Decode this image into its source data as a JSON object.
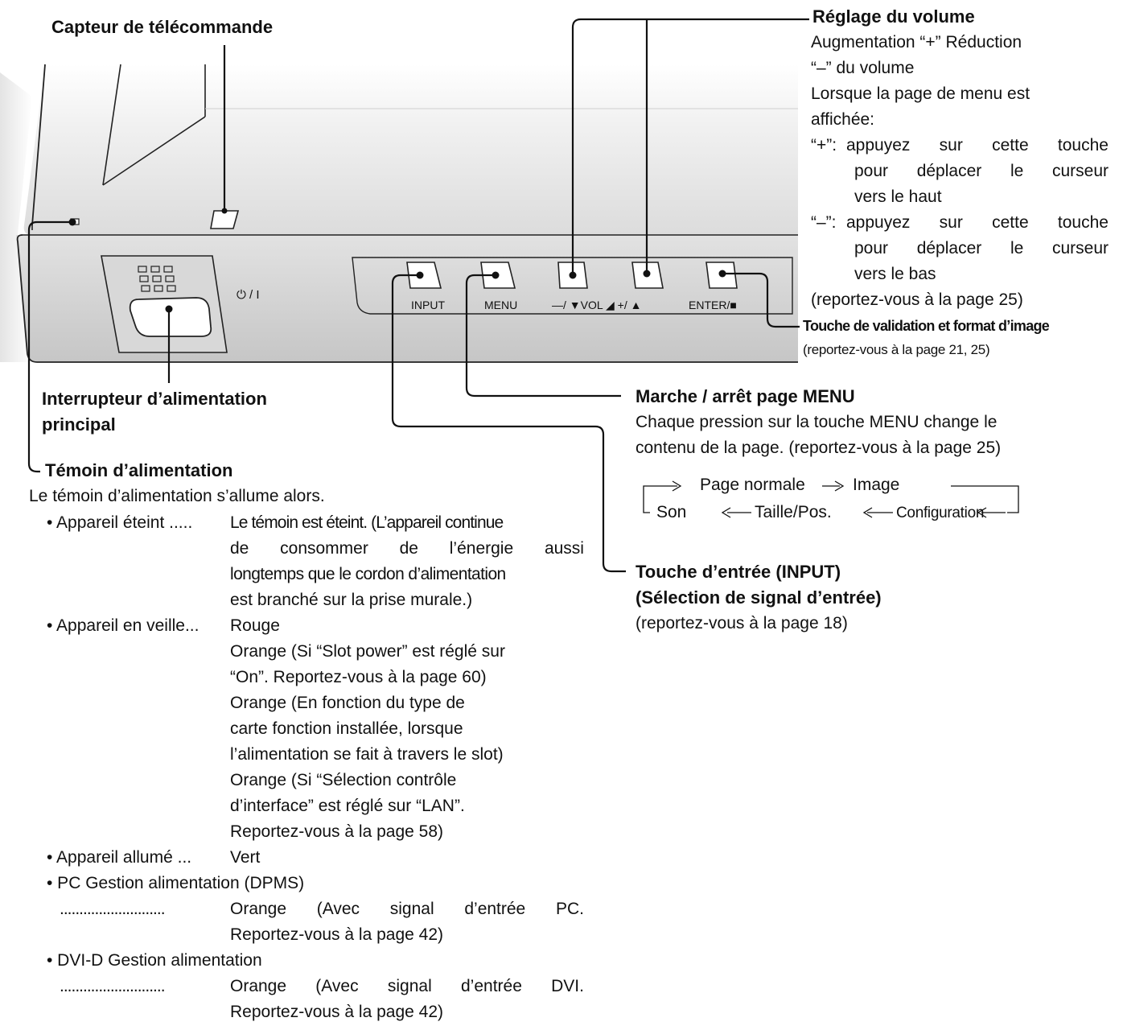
{
  "callouts": {
    "remote_sensor": {
      "title": "Capteur de télécommande"
    },
    "volume": {
      "title": "Réglage du volume",
      "line1": "Augmentation “+” Réduction",
      "line2": "“–” du volume",
      "line3": "Lorsque la page de menu est",
      "line4": "affichée:",
      "plus_prefix": "“+”:",
      "plus_words1": [
        "appuyez",
        "sur",
        "cette",
        "touche"
      ],
      "plus_words2": [
        "pour",
        "déplacer",
        "le",
        "curseur"
      ],
      "plus_line3": "vers le haut",
      "minus_prefix": "“–”:",
      "minus_words1": [
        "appuyez",
        "sur",
        "cette",
        "touche"
      ],
      "minus_words2": [
        "pour",
        "déplacer",
        "le",
        "curseur"
      ],
      "minus_line3": "vers le bas",
      "ref": "(reportez-vous à la page 25)"
    },
    "enter": {
      "title": "Touche de validation et format d’image",
      "ref": "(reportez-vous à la page 21, 25)"
    },
    "main_power": {
      "title1": "Interrupteur d’alimentation",
      "title2": "principal"
    },
    "menu": {
      "title": "Marche / arrêt page MENU",
      "line1": "Chaque pression sur la touche MENU change le",
      "line2": "contenu de la page. (reportez-vous à la page 25)"
    },
    "menu_cycle": {
      "top": [
        "Page normale",
        "Image"
      ],
      "bottom": [
        "Son",
        "Taille/Pos.",
        "Configuration"
      ]
    },
    "input": {
      "title1": "Touche d’entrée (INPUT)",
      "title2": "(Sélection de signal d’entrée)",
      "ref": "(reportez-vous à la page 18)"
    },
    "power_indicator": {
      "title": "Témoin d’alimentation",
      "intro": "Le témoin d’alimentation s’allume alors.",
      "off_label": "• Appareil éteint .....",
      "off_line1": "Le témoin est éteint. (L’appareil continue",
      "off_words2": [
        "de",
        "consommer",
        "de",
        "l’énergie",
        "aussi"
      ],
      "off_line3": "longtemps que le cordon d’alimentation",
      "off_line4": "est branché sur la prise murale.)",
      "standby_label": "• Appareil en veille...",
      "standby_lines": [
        "Rouge",
        "Orange (Si “Slot power” est réglé sur",
        "“On”. Reportez-vous à la page 60)",
        "Orange (En fonction du type de",
        "carte fonction installée, lorsque",
        "l’alimentation se fait à travers le slot)",
        "Orange (Si “Sélection contrôle",
        "d’interface” est réglé sur “LAN”.",
        "Reportez-vous à la page 58)"
      ],
      "on_label": "• Appareil allumé ...",
      "on_value": "Vert",
      "pc_label": "• PC Gestion alimentation (DPMS)",
      "pc_dots": "...........................",
      "pc_words1": [
        "Orange",
        "(Avec",
        "signal",
        "d’entrée",
        "PC."
      ],
      "pc_line2": "Reportez-vous à la page 42)",
      "dvi_label": "• DVI-D Gestion alimentation",
      "dvi_dots": "...........................",
      "dvi_words1": [
        "Orange",
        "(Avec",
        "signal",
        "d’entrée",
        "DVI."
      ],
      "dvi_line2": "Reportez-vous à la page 42)"
    }
  },
  "panel_labels": {
    "power_symbol": "⏻ / I",
    "input": "INPUT",
    "menu": "MENU",
    "vol": "—/ ▼VOL ◢ +/ ▲",
    "enter": "ENTER/■"
  }
}
